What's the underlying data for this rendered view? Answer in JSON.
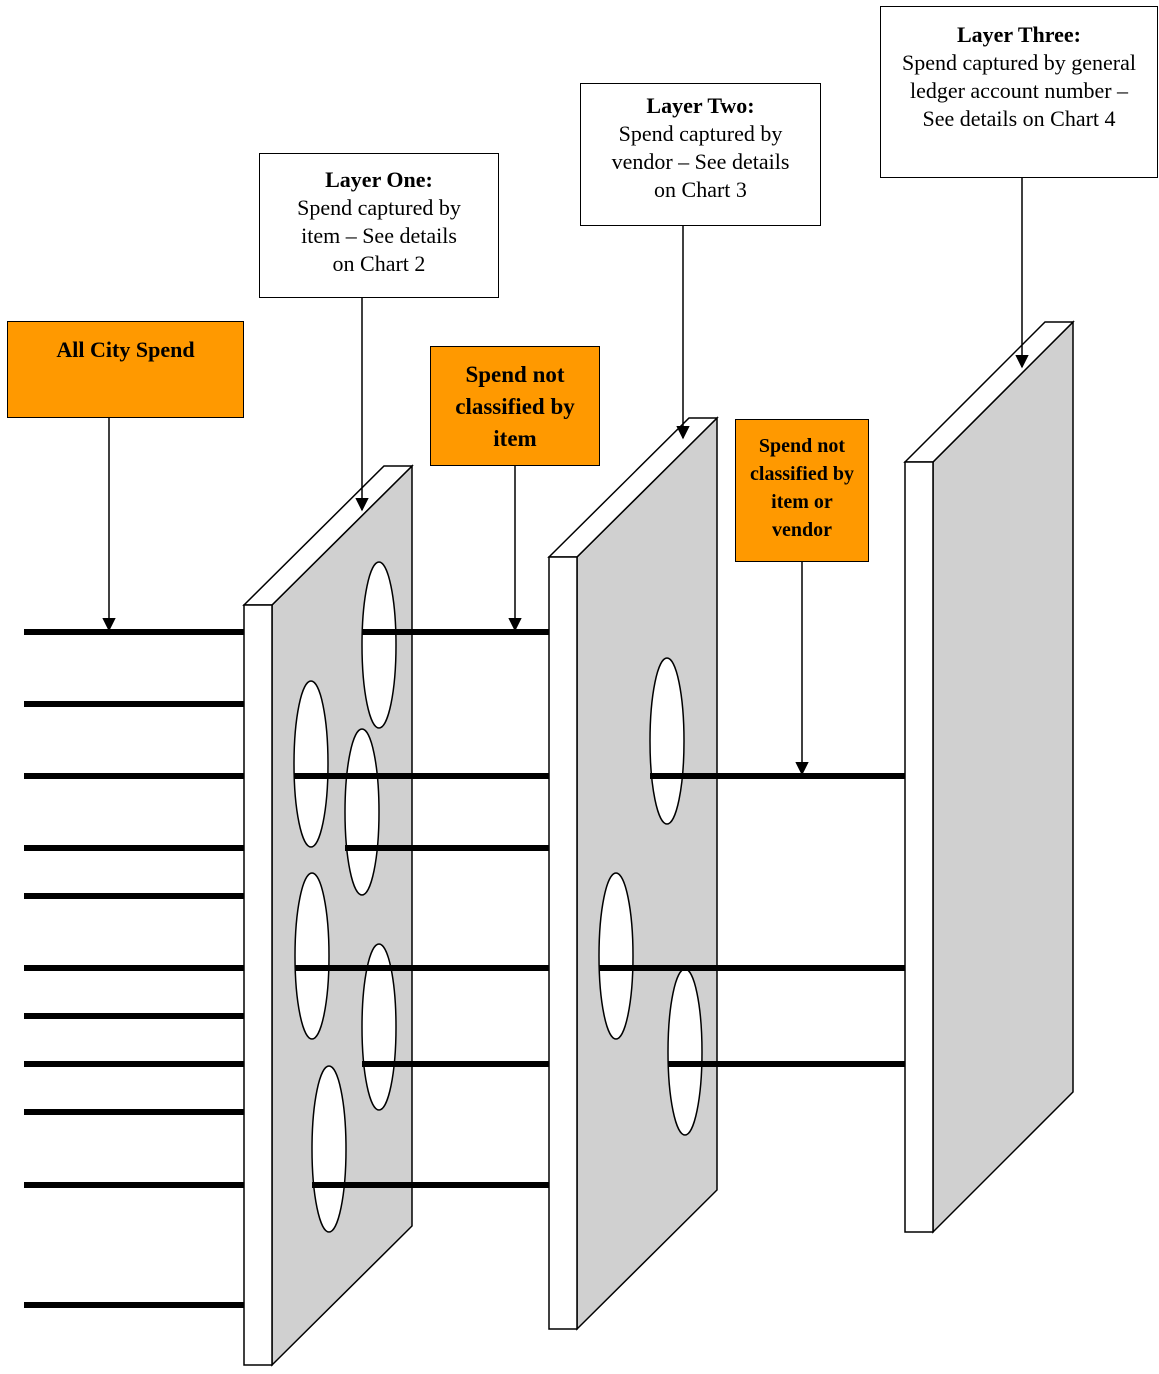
{
  "colors": {
    "orange": "#FF9900",
    "panel_face": "#D0D0D0",
    "panel_edge": "#FFFFFF",
    "line": "#000000"
  },
  "boxes": {
    "all_city_spend": {
      "text": "All City Spend"
    },
    "not_by_item": {
      "text": "Spend not classified by item"
    },
    "not_by_item_or_vendor": {
      "text": "Spend not classified by item or vendor"
    },
    "layer_one": {
      "title": "Layer One:",
      "text": "Spend captured by item – See details on Chart 2"
    },
    "layer_two": {
      "title": "Layer Two:",
      "text": "Spend captured by vendor – See details on Chart 3"
    },
    "layer_three": {
      "title": "Layer Three:",
      "text": "Spend captured by general ledger account number – See details on Chart 4"
    }
  }
}
